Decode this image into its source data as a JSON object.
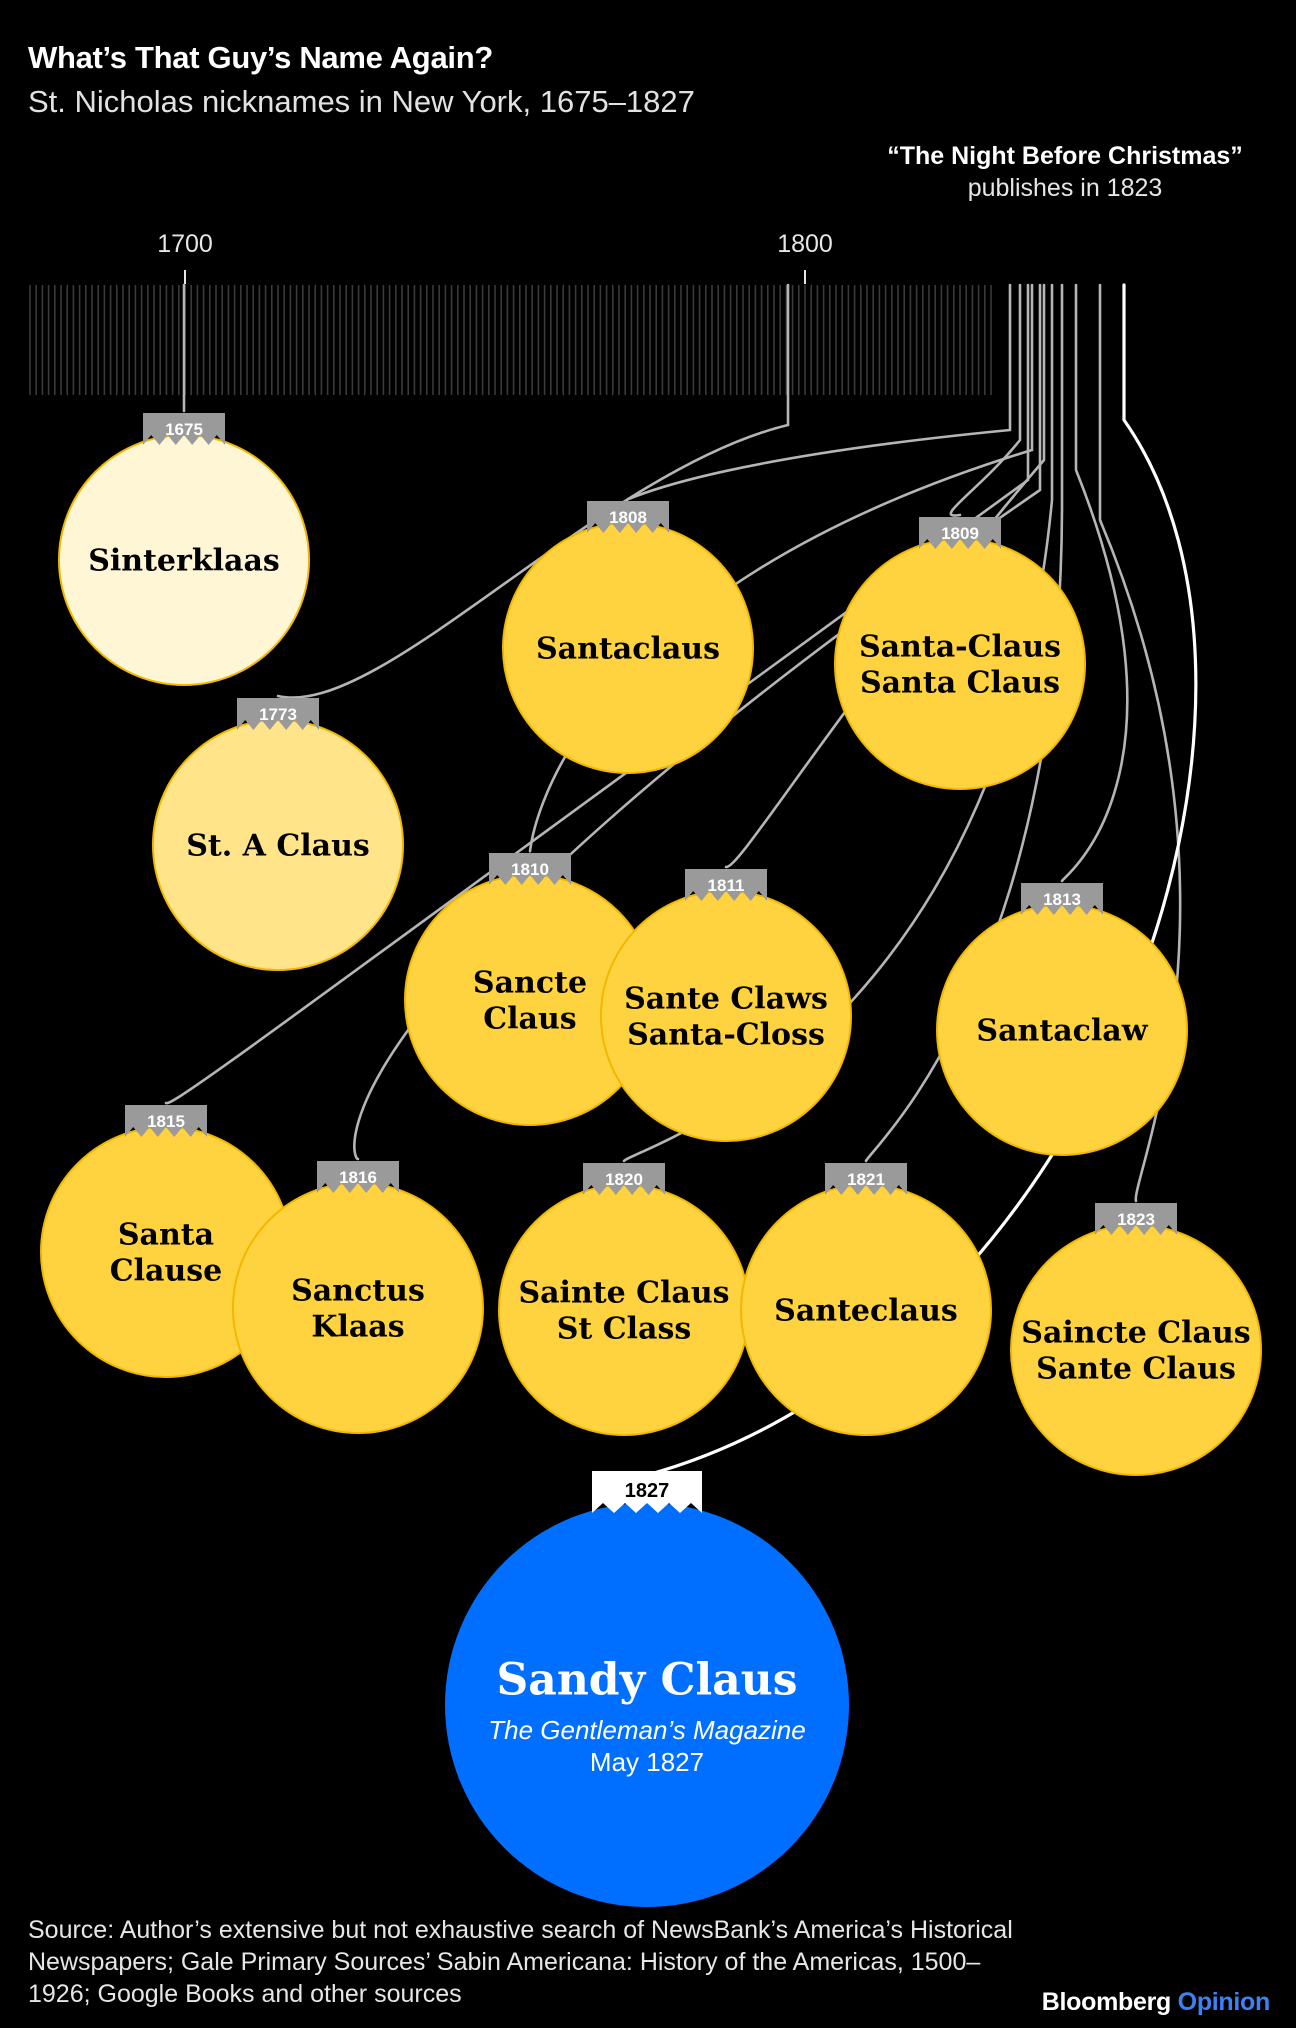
{
  "header": {
    "title": "What’s That Guy’s Name Again?",
    "subtitle": "St. Nicholas nicknames in New York, 1675–1827"
  },
  "annotation": {
    "line1": "“The Night Before Christmas”",
    "line2": "publishes in 1823"
  },
  "axis": {
    "start_year": 1675,
    "end_year": 1827,
    "tick_labels": [
      {
        "year": 1700,
        "label": "1700"
      },
      {
        "year": 1800,
        "label": "1800"
      }
    ]
  },
  "colors": {
    "background": "#000000",
    "ornament_1675": "#FFF6D6",
    "ornament_1773": "#FFE48A",
    "ornament_gold": "#FFD23F",
    "ornament_final": "#006FFF",
    "cap_gray": "#9A9A9A",
    "line_gray": "#B5B5B5",
    "line_white": "#FFFFFF",
    "brand_blue": "#3B82F6"
  },
  "chart_data": {
    "type": "timeline",
    "title": "What’s That Guy’s Name Again?",
    "subtitle": "St. Nicholas nicknames in New York, 1675–1827",
    "x_range": [
      1675,
      1827
    ],
    "events": [
      {
        "year": 1675,
        "names": [
          "Sinterklaas"
        ]
      },
      {
        "year": 1773,
        "names": [
          "St. A Claus"
        ]
      },
      {
        "year": 1808,
        "names": [
          "Santaclaus"
        ]
      },
      {
        "year": 1809,
        "names": [
          "Santa-Claus",
          "Santa Claus"
        ]
      },
      {
        "year": 1810,
        "names": [
          "Sancte",
          "Claus"
        ]
      },
      {
        "year": 1811,
        "names": [
          "Sante Claws",
          "Santa-Closs"
        ]
      },
      {
        "year": 1813,
        "names": [
          "Santaclaw"
        ]
      },
      {
        "year": 1815,
        "names": [
          "Santa",
          "Clause"
        ]
      },
      {
        "year": 1816,
        "names": [
          "Sanctus",
          "Klaas"
        ]
      },
      {
        "year": 1820,
        "names": [
          "Sainte Claus",
          "St Class"
        ]
      },
      {
        "year": 1821,
        "names": [
          "Santeclaus"
        ]
      },
      {
        "year": 1823,
        "names": [
          "Saincte Claus",
          "Sante Claus"
        ]
      },
      {
        "year": 1827,
        "names": [
          "Sandy Claus"
        ],
        "source_title": "The Gentleman’s Magazine",
        "source_date": "May 1827",
        "highlight": true
      }
    ]
  },
  "footer": {
    "source": "Source: Author’s extensive but not exhaustive search of NewsBank’s America’s Historical Newspapers; Gale Primary Sources’ Sabin Americana: History of the Americas, 1500–1926; Google Books and other sources",
    "brand_main": "Bloomberg",
    "brand_sub": "Opinion"
  }
}
